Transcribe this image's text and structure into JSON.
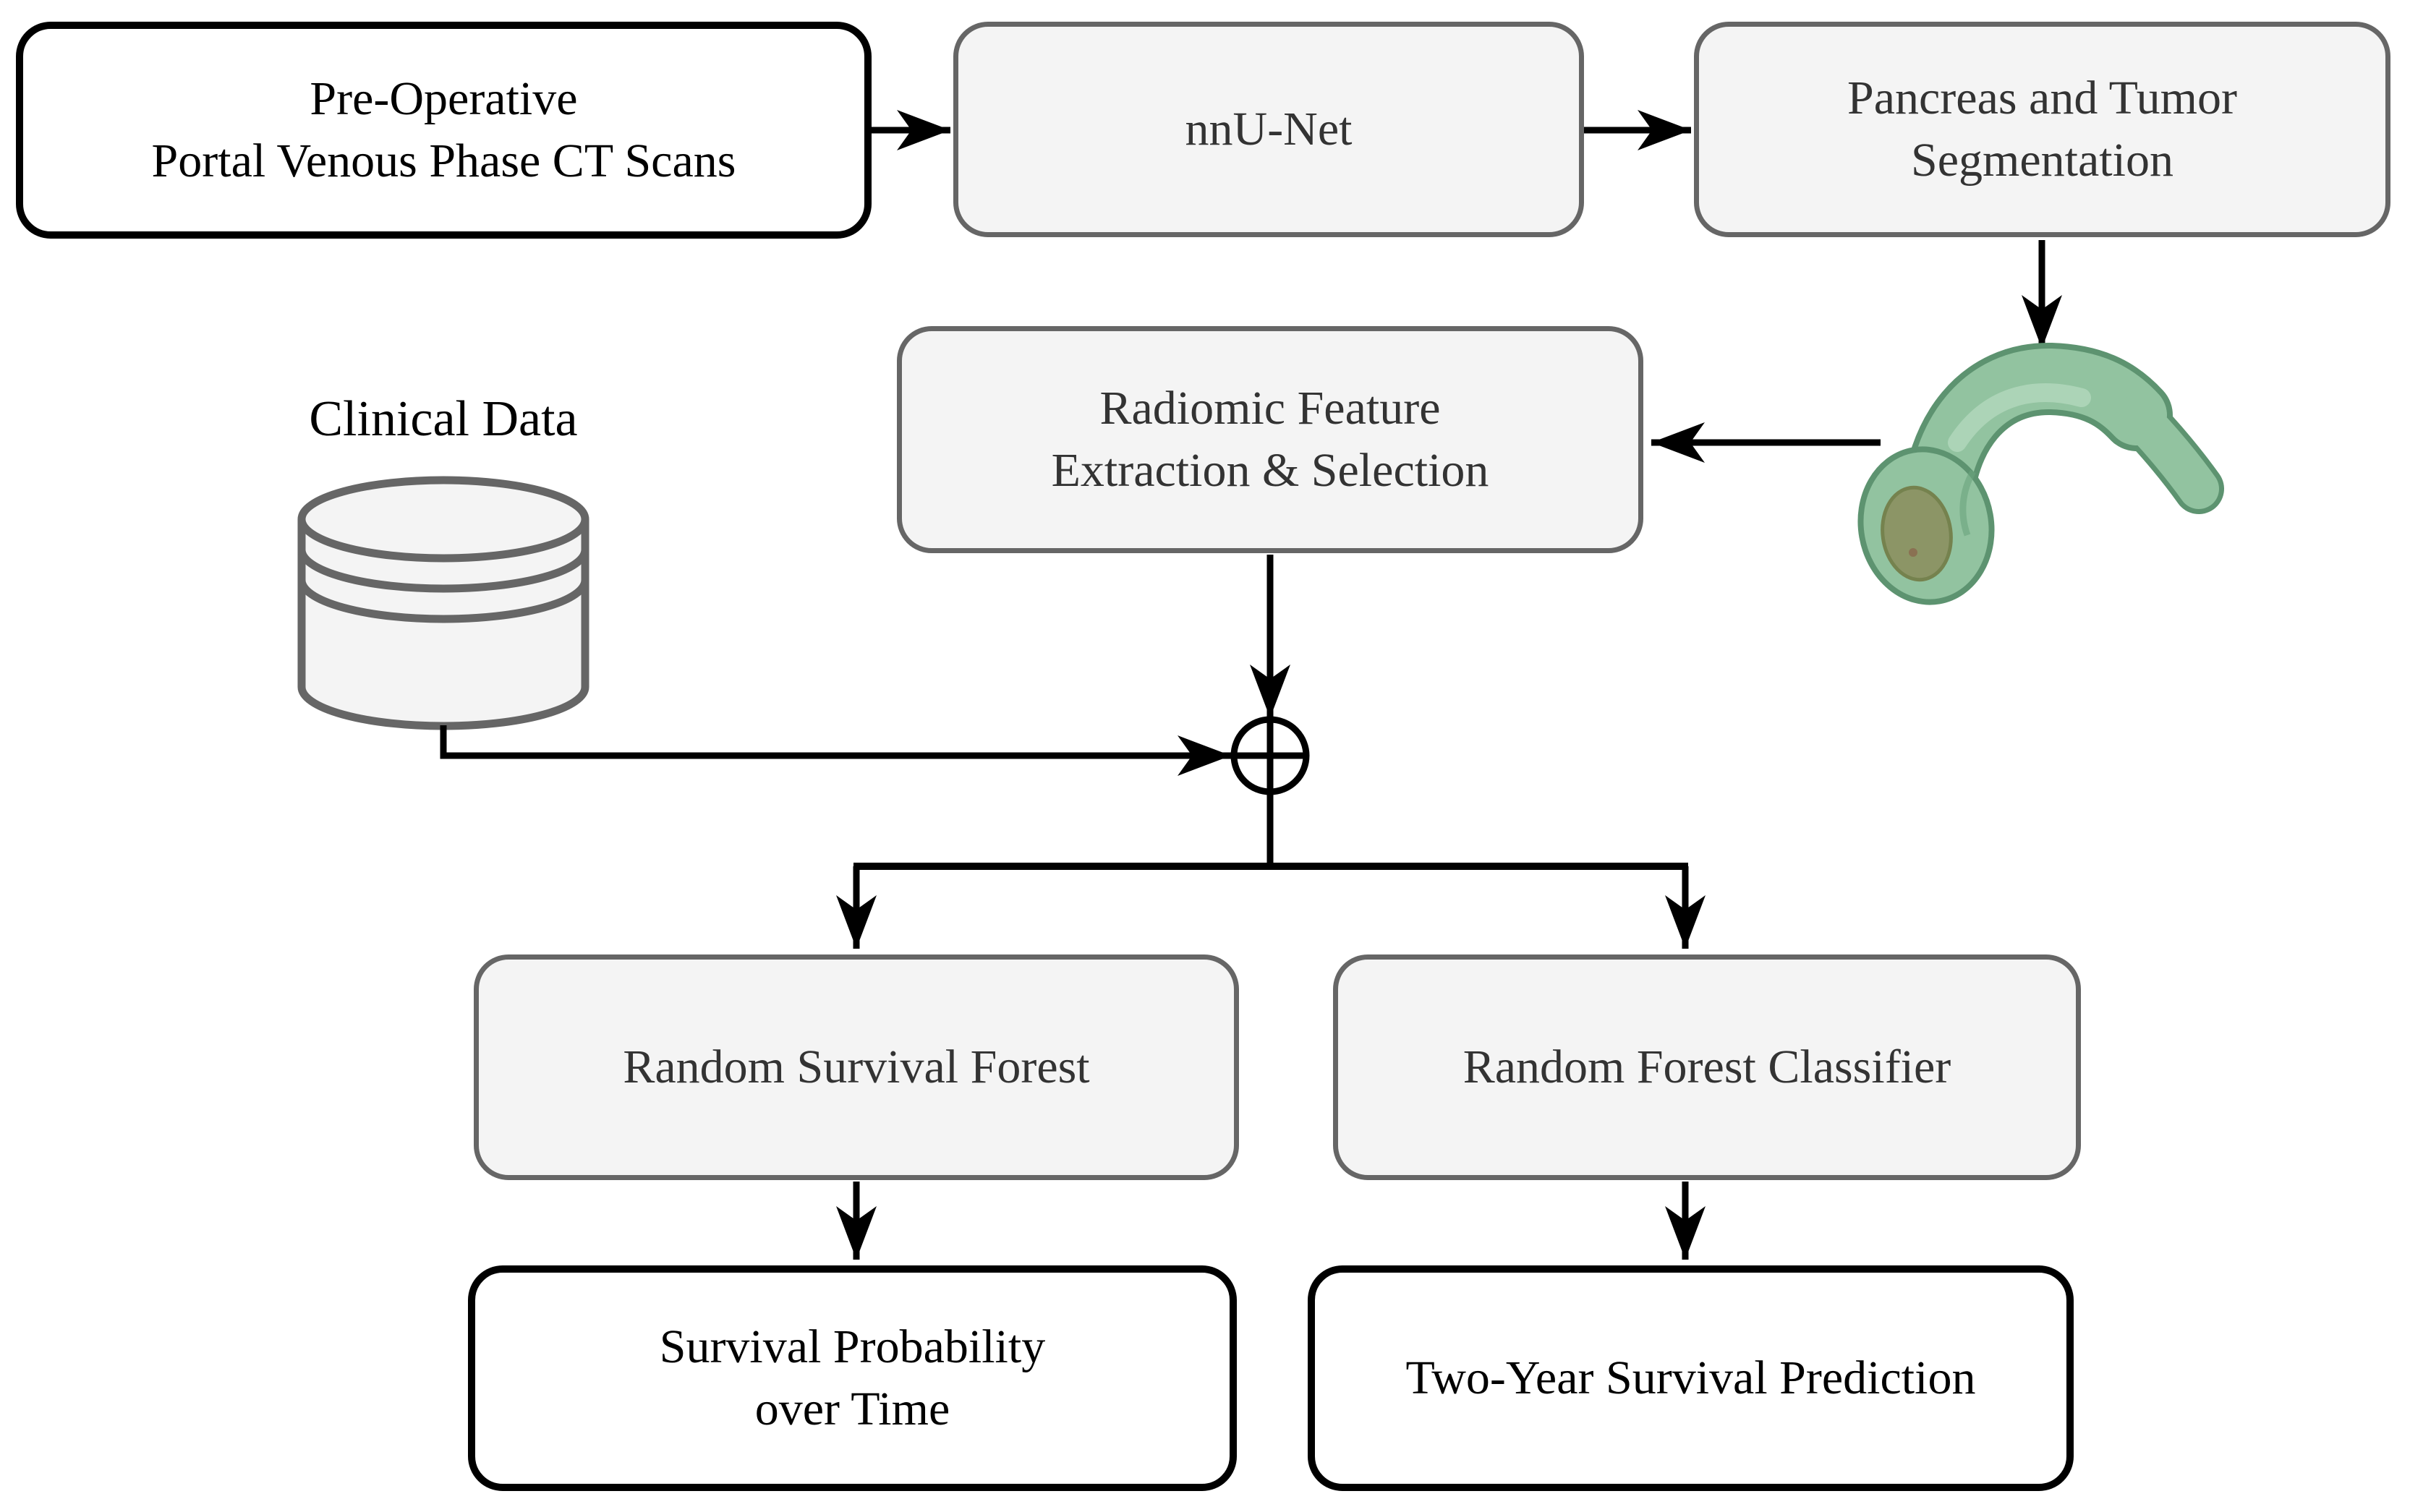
{
  "diagram": {
    "nodes": {
      "ct_scans": {
        "label": "Pre-Operative\nPortal Venous Phase CT Scans"
      },
      "nnunet": {
        "label": "nnU-Net"
      },
      "segmentation": {
        "label": "Pancreas and Tumor\nSegmentation"
      },
      "clinical": {
        "label": "Clinical Data"
      },
      "radiomic": {
        "label": "Radiomic Feature\nExtraction & Selection"
      },
      "rsf": {
        "label": "Random Survival Forest"
      },
      "rfc": {
        "label": "Random Forest Classifier"
      },
      "survival": {
        "label": "Survival Probability\nover Time"
      },
      "two_year": {
        "label": "Two-Year Survival Prediction"
      }
    },
    "icons": {
      "clinical_database": "database-cylinder-icon",
      "feature_merge": "circle-plus-merge-icon",
      "pancreas_model": "pancreas-3d-segmentation-image"
    },
    "colors": {
      "background": "#ffffff",
      "connector": "#000000",
      "box_dark_border": "#000000",
      "box_dark_fill": "#ffffff",
      "box_gray_border": "#666666",
      "box_gray_fill": "#f4f4f4",
      "box_gray_text": "#333333",
      "pancreas_green": "#92c3a0",
      "pancreas_green_dark": "#5d9370",
      "tumor_olive": "#8c9566"
    }
  }
}
